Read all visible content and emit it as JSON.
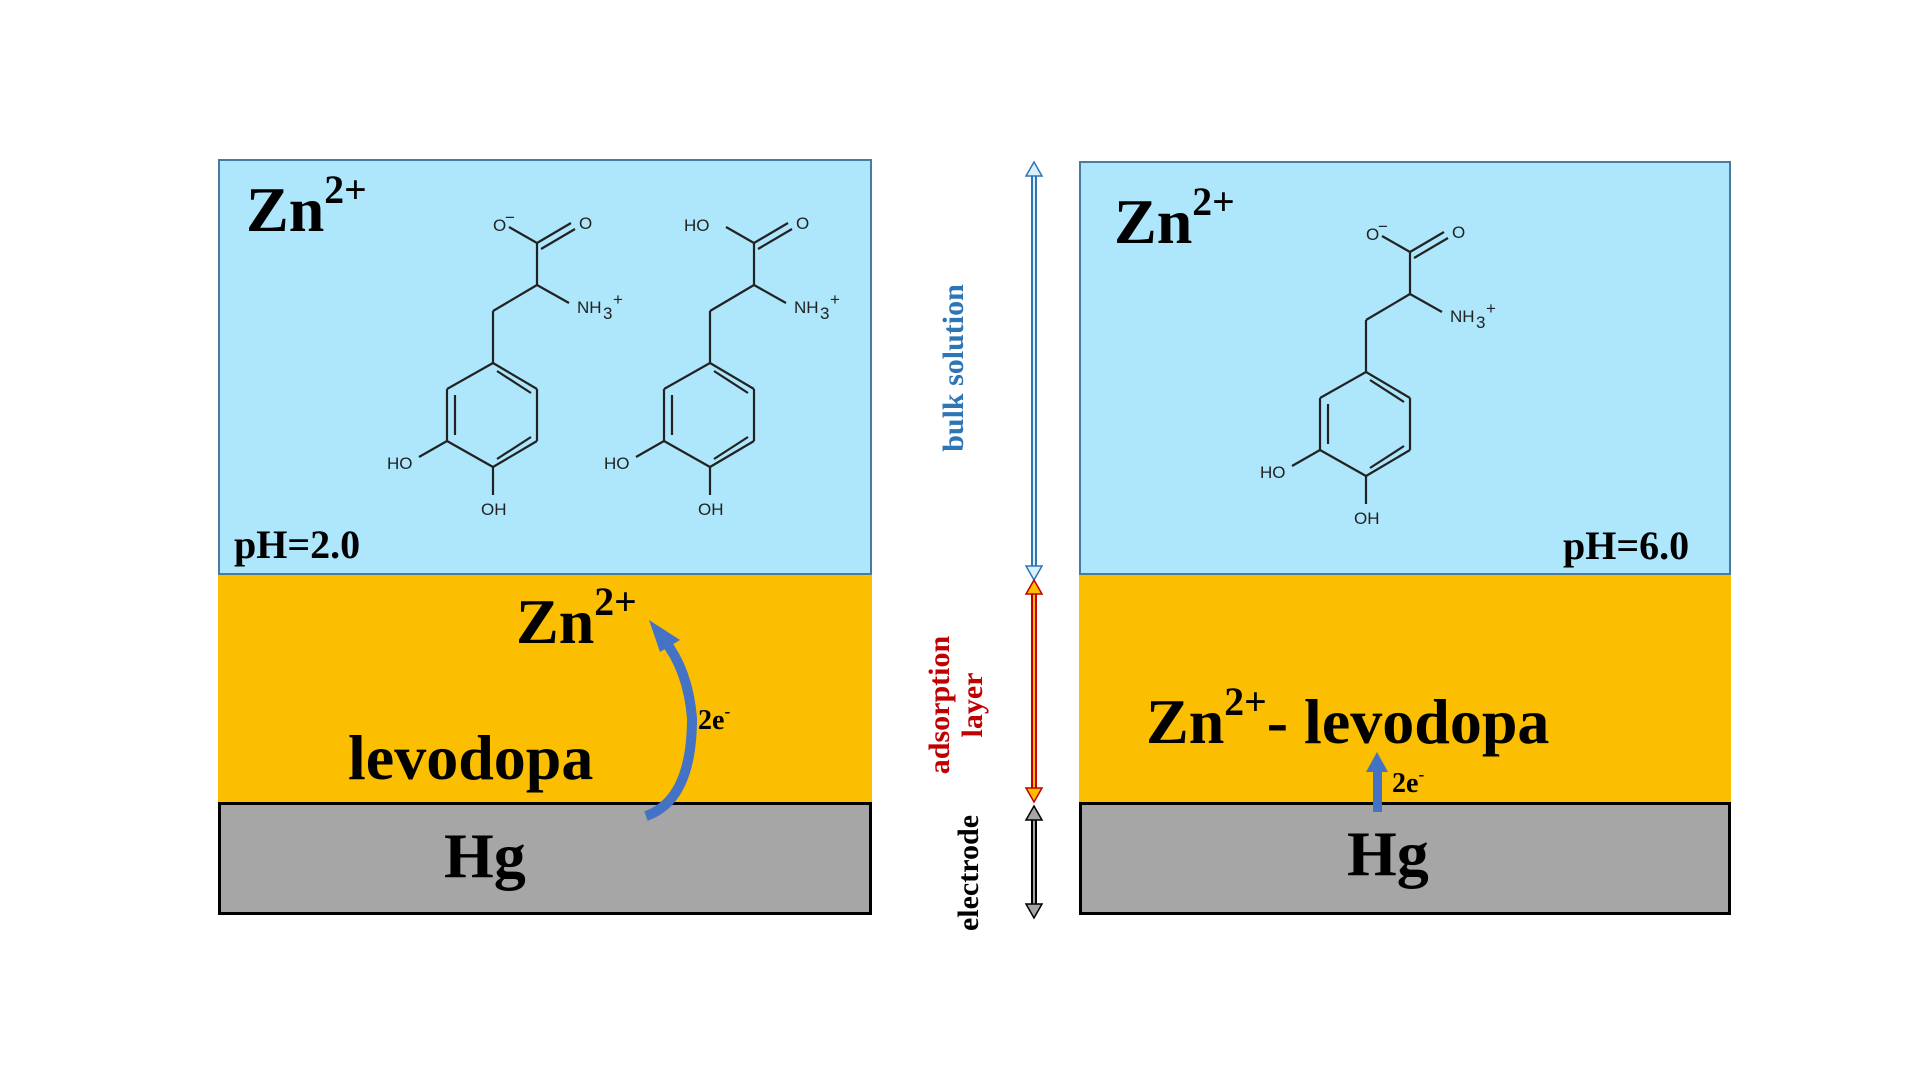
{
  "left_panel": {
    "ion_label": "Zn",
    "ion_charge": "2+",
    "ph_label": "pH=2.0",
    "adsorbed_ion_label": "Zn",
    "adsorbed_ion_charge": "2+",
    "electron_label": "2e",
    "electron_charge": "-",
    "ligand_label": "levodopa",
    "electrode_label": "Hg"
  },
  "right_panel": {
    "ion_label": "Zn",
    "ion_charge": "2+",
    "ph_label": "pH=6.0",
    "complex_ion": "Zn",
    "complex_charge": "2+",
    "complex_ligand": "- levodopa",
    "electron_label": "2e",
    "electron_charge": "-",
    "electrode_label": "Hg"
  },
  "molecule_labels": {
    "carboxylate_o": "O",
    "carboxylate_charge": "−",
    "carbonyl_o": "O",
    "hydroxyl_acid": "HO",
    "amine": "NH",
    "amine_sub": "3",
    "amine_charge": "+",
    "phenol_1": "HO",
    "phenol_2": "OH"
  },
  "scale_labels": {
    "bulk": "bulk solution",
    "adsorption_line1": "adsorption",
    "adsorption_line2": "layer",
    "electrode": "electrode"
  },
  "colors": {
    "bulk_fill": "#aee7fb",
    "adsorption_fill": "#fcbe00",
    "electrode_fill": "#a6a6a6",
    "bulk_label": "#2e75b6",
    "adsorption_label": "#c00000",
    "arrow_blue": "#4472c4"
  }
}
